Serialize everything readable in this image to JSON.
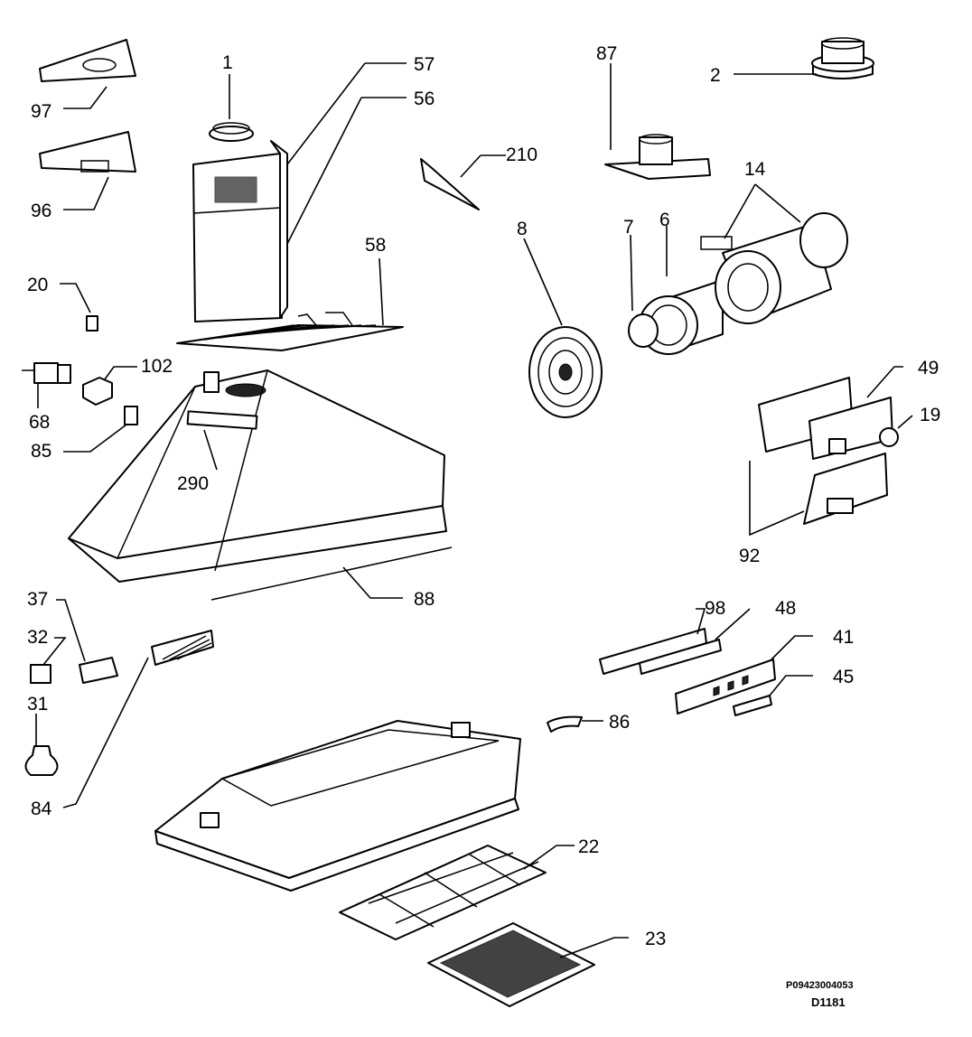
{
  "callouts": [
    "1",
    "57",
    "56",
    "97",
    "96",
    "87",
    "2",
    "210",
    "14",
    "8",
    "7",
    "6",
    "58",
    "20",
    "102",
    "68",
    "85",
    "290",
    "49",
    "19",
    "92",
    "37",
    "32",
    "31",
    "88",
    "98",
    "48",
    "41",
    "45",
    "86",
    "84",
    "22",
    "23"
  ],
  "document_id": "P09423004053",
  "drawing_code": "D1181"
}
